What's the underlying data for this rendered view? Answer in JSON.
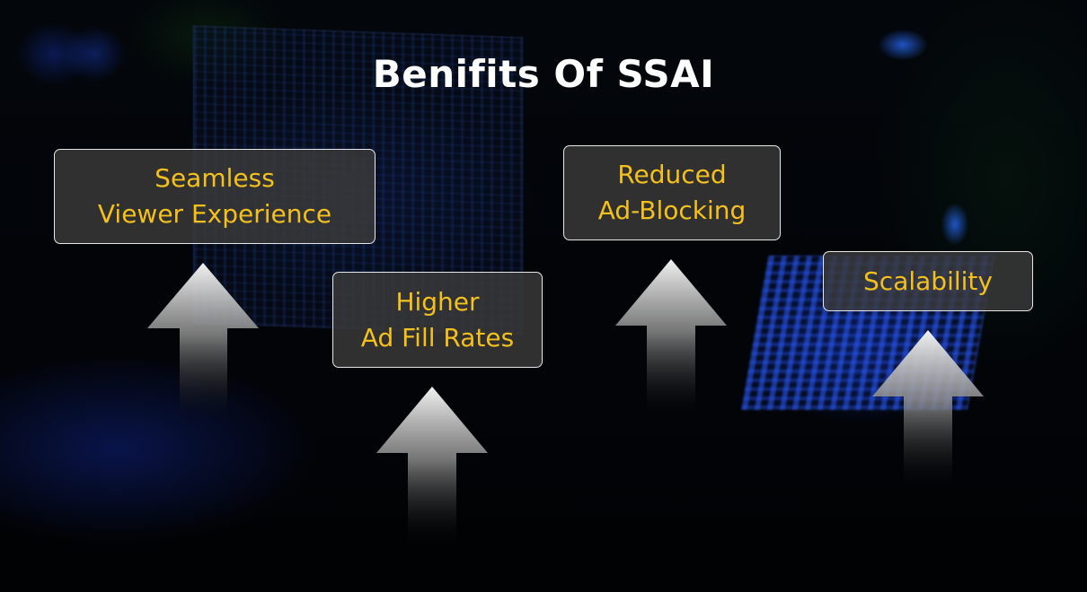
{
  "title": "Benifits Of SSAI",
  "colors": {
    "title": "#ffffff",
    "label_text": "#f4c01e",
    "box_fill": "#3a3a3a",
    "box_border": "#e8e8e8",
    "arrow_top": "#f2f2f2",
    "arrow_bottom": "#000000",
    "background": "#020406",
    "background_accent": "#1a3cc8"
  },
  "benefits": [
    {
      "label": "Seamless\nViewer Experience",
      "icon": "up-arrow-icon"
    },
    {
      "label": "Higher\nAd Fill Rates",
      "icon": "up-arrow-icon"
    },
    {
      "label": "Reduced\nAd-Blocking",
      "icon": "up-arrow-icon"
    },
    {
      "label": "Scalability",
      "icon": "up-arrow-icon"
    }
  ]
}
